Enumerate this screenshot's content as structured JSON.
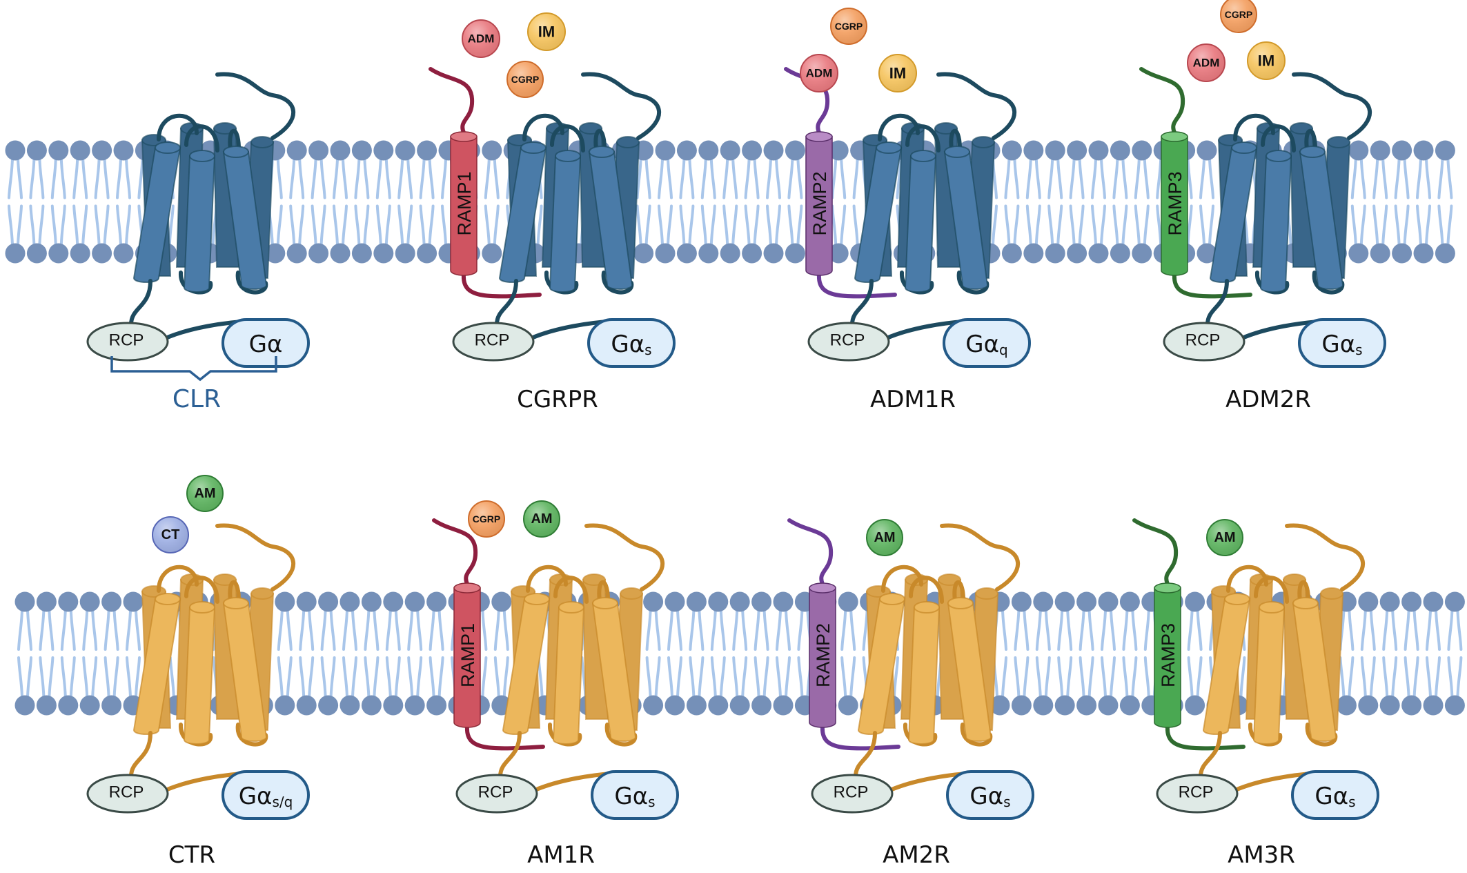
{
  "figure": {
    "title": "CLR / CTR receptor complexes with RAMPs",
    "colors": {
      "membrane_head": "#7590b8",
      "membrane_tail": "#a9c6ea",
      "clr_front": "#4a7ba8",
      "clr_back": "#39668a",
      "clr_line": "#1d4a5f",
      "ctr_front": "#ecb75c",
      "ctr_back": "#d9a24b",
      "ctr_line": "#c8892a",
      "rcp_fill": "#dfeae6",
      "rcp_stroke": "#3a4a46",
      "ga_fill": "#dfeefb",
      "ga_stroke": "#235a88",
      "bracket": "#2b5f94"
    },
    "ramps": {
      "RAMP1": {
        "label": "RAMP1",
        "fill": "#cf5461",
        "top": "#e07a84",
        "stroke": "#8c2a38",
        "loop": "#8e1e3f"
      },
      "RAMP2": {
        "label": "RAMP2",
        "fill": "#9a6aa8",
        "top": "#b98cc6",
        "stroke": "#5a2e6a",
        "loop": "#6b3a96"
      },
      "RAMP3": {
        "label": "RAMP3",
        "fill": "#4aa852",
        "top": "#7ccb80",
        "stroke": "#2b6a2f",
        "loop": "#2f6b2f"
      }
    },
    "ligand_styles": {
      "ADM": {
        "fill": "#e97a80",
        "stroke": "#b8474f"
      },
      "IM": {
        "fill": "#f6c560",
        "stroke": "#d39a2a"
      },
      "CGRP": {
        "fill": "#f4a062",
        "stroke": "#cf6d2c"
      },
      "AM": {
        "fill": "#60b562",
        "stroke": "#2f7d35"
      },
      "CT": {
        "fill": "#9fb0e4",
        "stroke": "#5666b5"
      }
    }
  },
  "rows": [
    {
      "receptor": "CLR",
      "panels": [
        {
          "name": "CLR",
          "label": "CLR",
          "label_style": "bracket",
          "ramp": null,
          "rcp_label": "RCP",
          "g_protein": {
            "main": "Gα",
            "sub": ""
          },
          "ligands": []
        },
        {
          "name": "CGRPR",
          "label": "CGRPR",
          "ramp": "RAMP1",
          "rcp_label": "RCP",
          "g_protein": {
            "main": "Gα",
            "sub": "s"
          },
          "ligands": [
            "ADM",
            "IM",
            "CGRP"
          ]
        },
        {
          "name": "ADM1R",
          "label": "ADM1R",
          "ramp": "RAMP2",
          "rcp_label": "RCP",
          "g_protein": {
            "main": "Gα",
            "sub": "q"
          },
          "ligands": [
            "CGRP",
            "ADM",
            "IM"
          ]
        },
        {
          "name": "ADM2R",
          "label": "ADM2R",
          "ramp": "RAMP3",
          "rcp_label": "RCP",
          "g_protein": {
            "main": "Gα",
            "sub": "s"
          },
          "ligands": [
            "CGRP",
            "ADM",
            "IM"
          ]
        }
      ]
    },
    {
      "receptor": "CTR",
      "panels": [
        {
          "name": "CTR",
          "label": "CTR",
          "ramp": null,
          "rcp_label": "RCP",
          "g_protein": {
            "main": "Gα",
            "sub": "s/q"
          },
          "ligands": [
            "AM",
            "CT"
          ]
        },
        {
          "name": "AM1R",
          "label": "AM1R",
          "ramp": "RAMP1",
          "rcp_label": "RCP",
          "g_protein": {
            "main": "Gα",
            "sub": "s"
          },
          "ligands": [
            "CGRP",
            "AM"
          ]
        },
        {
          "name": "AM2R",
          "label": "AM2R",
          "ramp": "RAMP2",
          "rcp_label": "RCP",
          "g_protein": {
            "main": "Gα",
            "sub": "s"
          },
          "ligands": [
            "AM"
          ]
        },
        {
          "name": "AM3R",
          "label": "AM3R",
          "ramp": "RAMP3",
          "rcp_label": "RCP",
          "g_protein": {
            "main": "Gα",
            "sub": "s"
          },
          "ligands": [
            "AM"
          ]
        }
      ]
    }
  ]
}
